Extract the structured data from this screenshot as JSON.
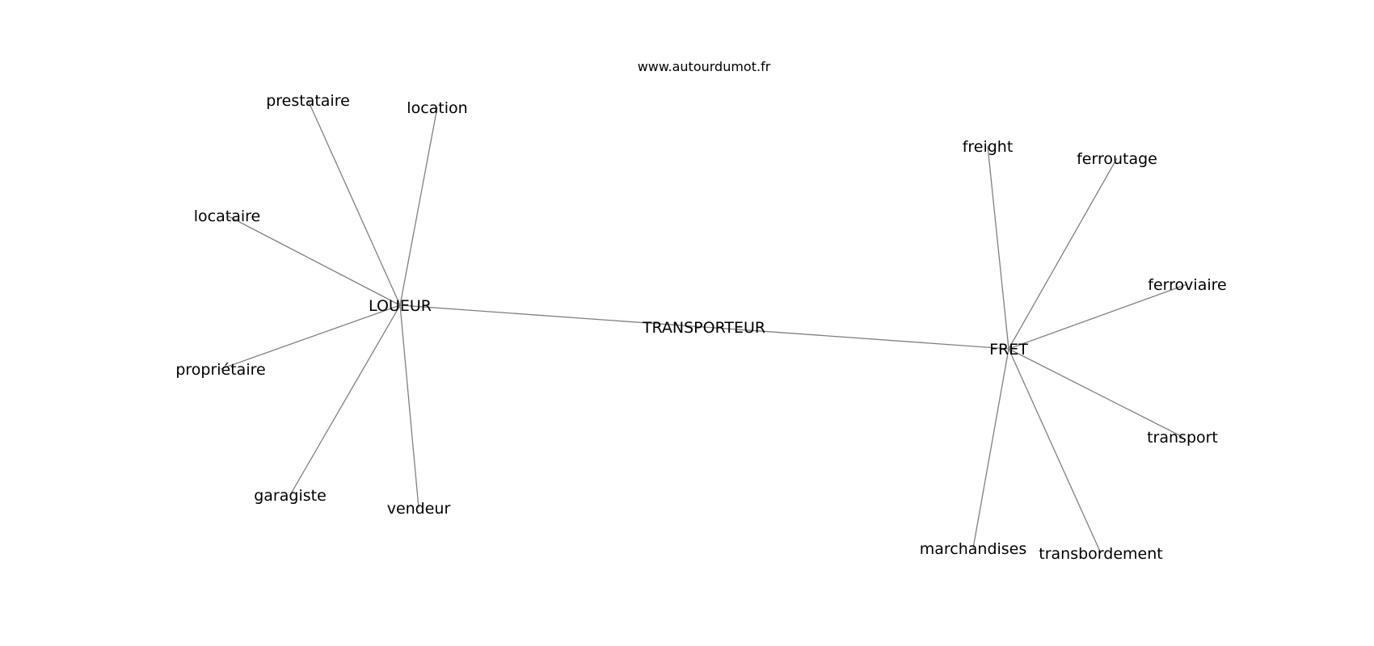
{
  "source": "www.autourdumot.fr",
  "graph": {
    "center": "TRANSPORTEUR",
    "nodes": [
      {
        "id": "transporteur",
        "label": "TRANSPORTEUR"
      },
      {
        "id": "loueur",
        "label": "LOUEUR"
      },
      {
        "id": "fret",
        "label": "FRET"
      },
      {
        "id": "prestataire",
        "label": "prestataire"
      },
      {
        "id": "location",
        "label": "location"
      },
      {
        "id": "locataire",
        "label": "locataire"
      },
      {
        "id": "proprietaire",
        "label": "propriétaire"
      },
      {
        "id": "garagiste",
        "label": "garagiste"
      },
      {
        "id": "vendeur",
        "label": "vendeur"
      },
      {
        "id": "freight",
        "label": "freight"
      },
      {
        "id": "ferroutage",
        "label": "ferroutage"
      },
      {
        "id": "ferroviaire",
        "label": "ferroviaire"
      },
      {
        "id": "transport",
        "label": "transport"
      },
      {
        "id": "transbordement",
        "label": "transbordement"
      },
      {
        "id": "marchandises",
        "label": "marchandises"
      }
    ],
    "edges": [
      [
        "loueur",
        "transporteur"
      ],
      [
        "transporteur",
        "fret"
      ],
      [
        "loueur",
        "prestataire"
      ],
      [
        "loueur",
        "location"
      ],
      [
        "loueur",
        "locataire"
      ],
      [
        "loueur",
        "proprietaire"
      ],
      [
        "loueur",
        "garagiste"
      ],
      [
        "loueur",
        "vendeur"
      ],
      [
        "fret",
        "freight"
      ],
      [
        "fret",
        "ferroutage"
      ],
      [
        "fret",
        "ferroviaire"
      ],
      [
        "fret",
        "transport"
      ],
      [
        "fret",
        "transbordement"
      ],
      [
        "fret",
        "marchandises"
      ]
    ],
    "colors": {
      "edge": "#808080",
      "text": "#000000",
      "background": "#ffffff"
    }
  }
}
